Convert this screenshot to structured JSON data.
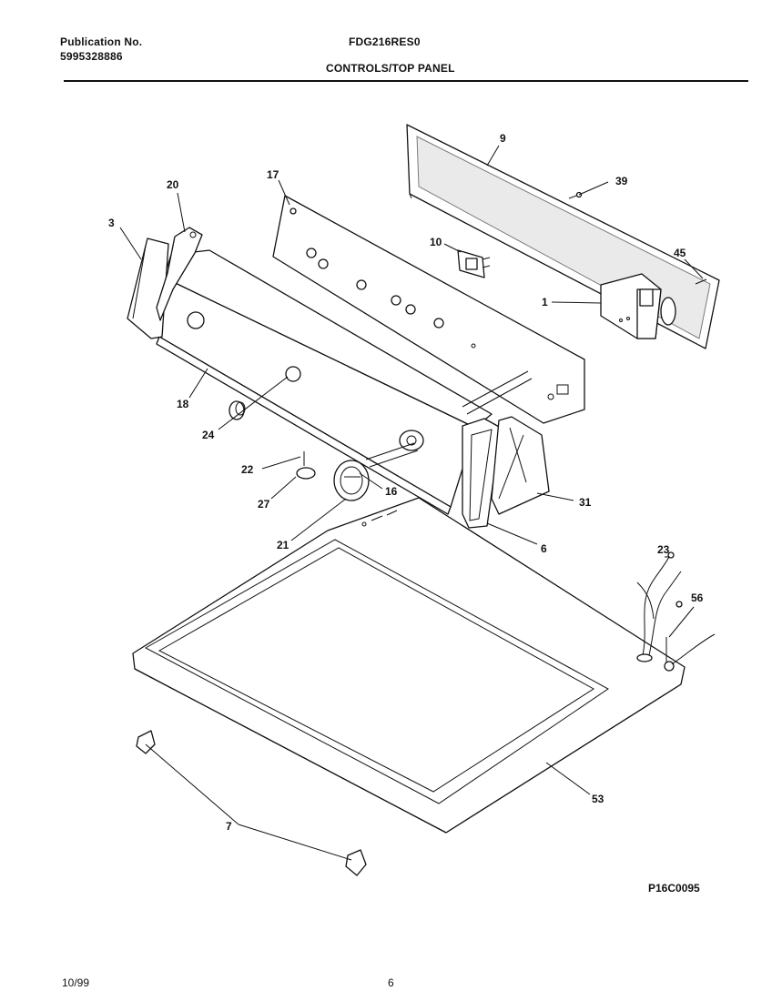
{
  "header": {
    "pub_label": "Publication No.",
    "pub_number": "5995328886",
    "model": "FDG216RES0",
    "section": "CONTROLS/TOP PANEL"
  },
  "figure": {
    "code": "P16C0095",
    "callouts": [
      "9",
      "39",
      "17",
      "20",
      "3",
      "10",
      "45",
      "1",
      "18",
      "24",
      "22",
      "27",
      "16",
      "21",
      "31",
      "6",
      "23",
      "56",
      "53",
      "7"
    ]
  },
  "footer": {
    "date": "10/99",
    "page": "6"
  }
}
